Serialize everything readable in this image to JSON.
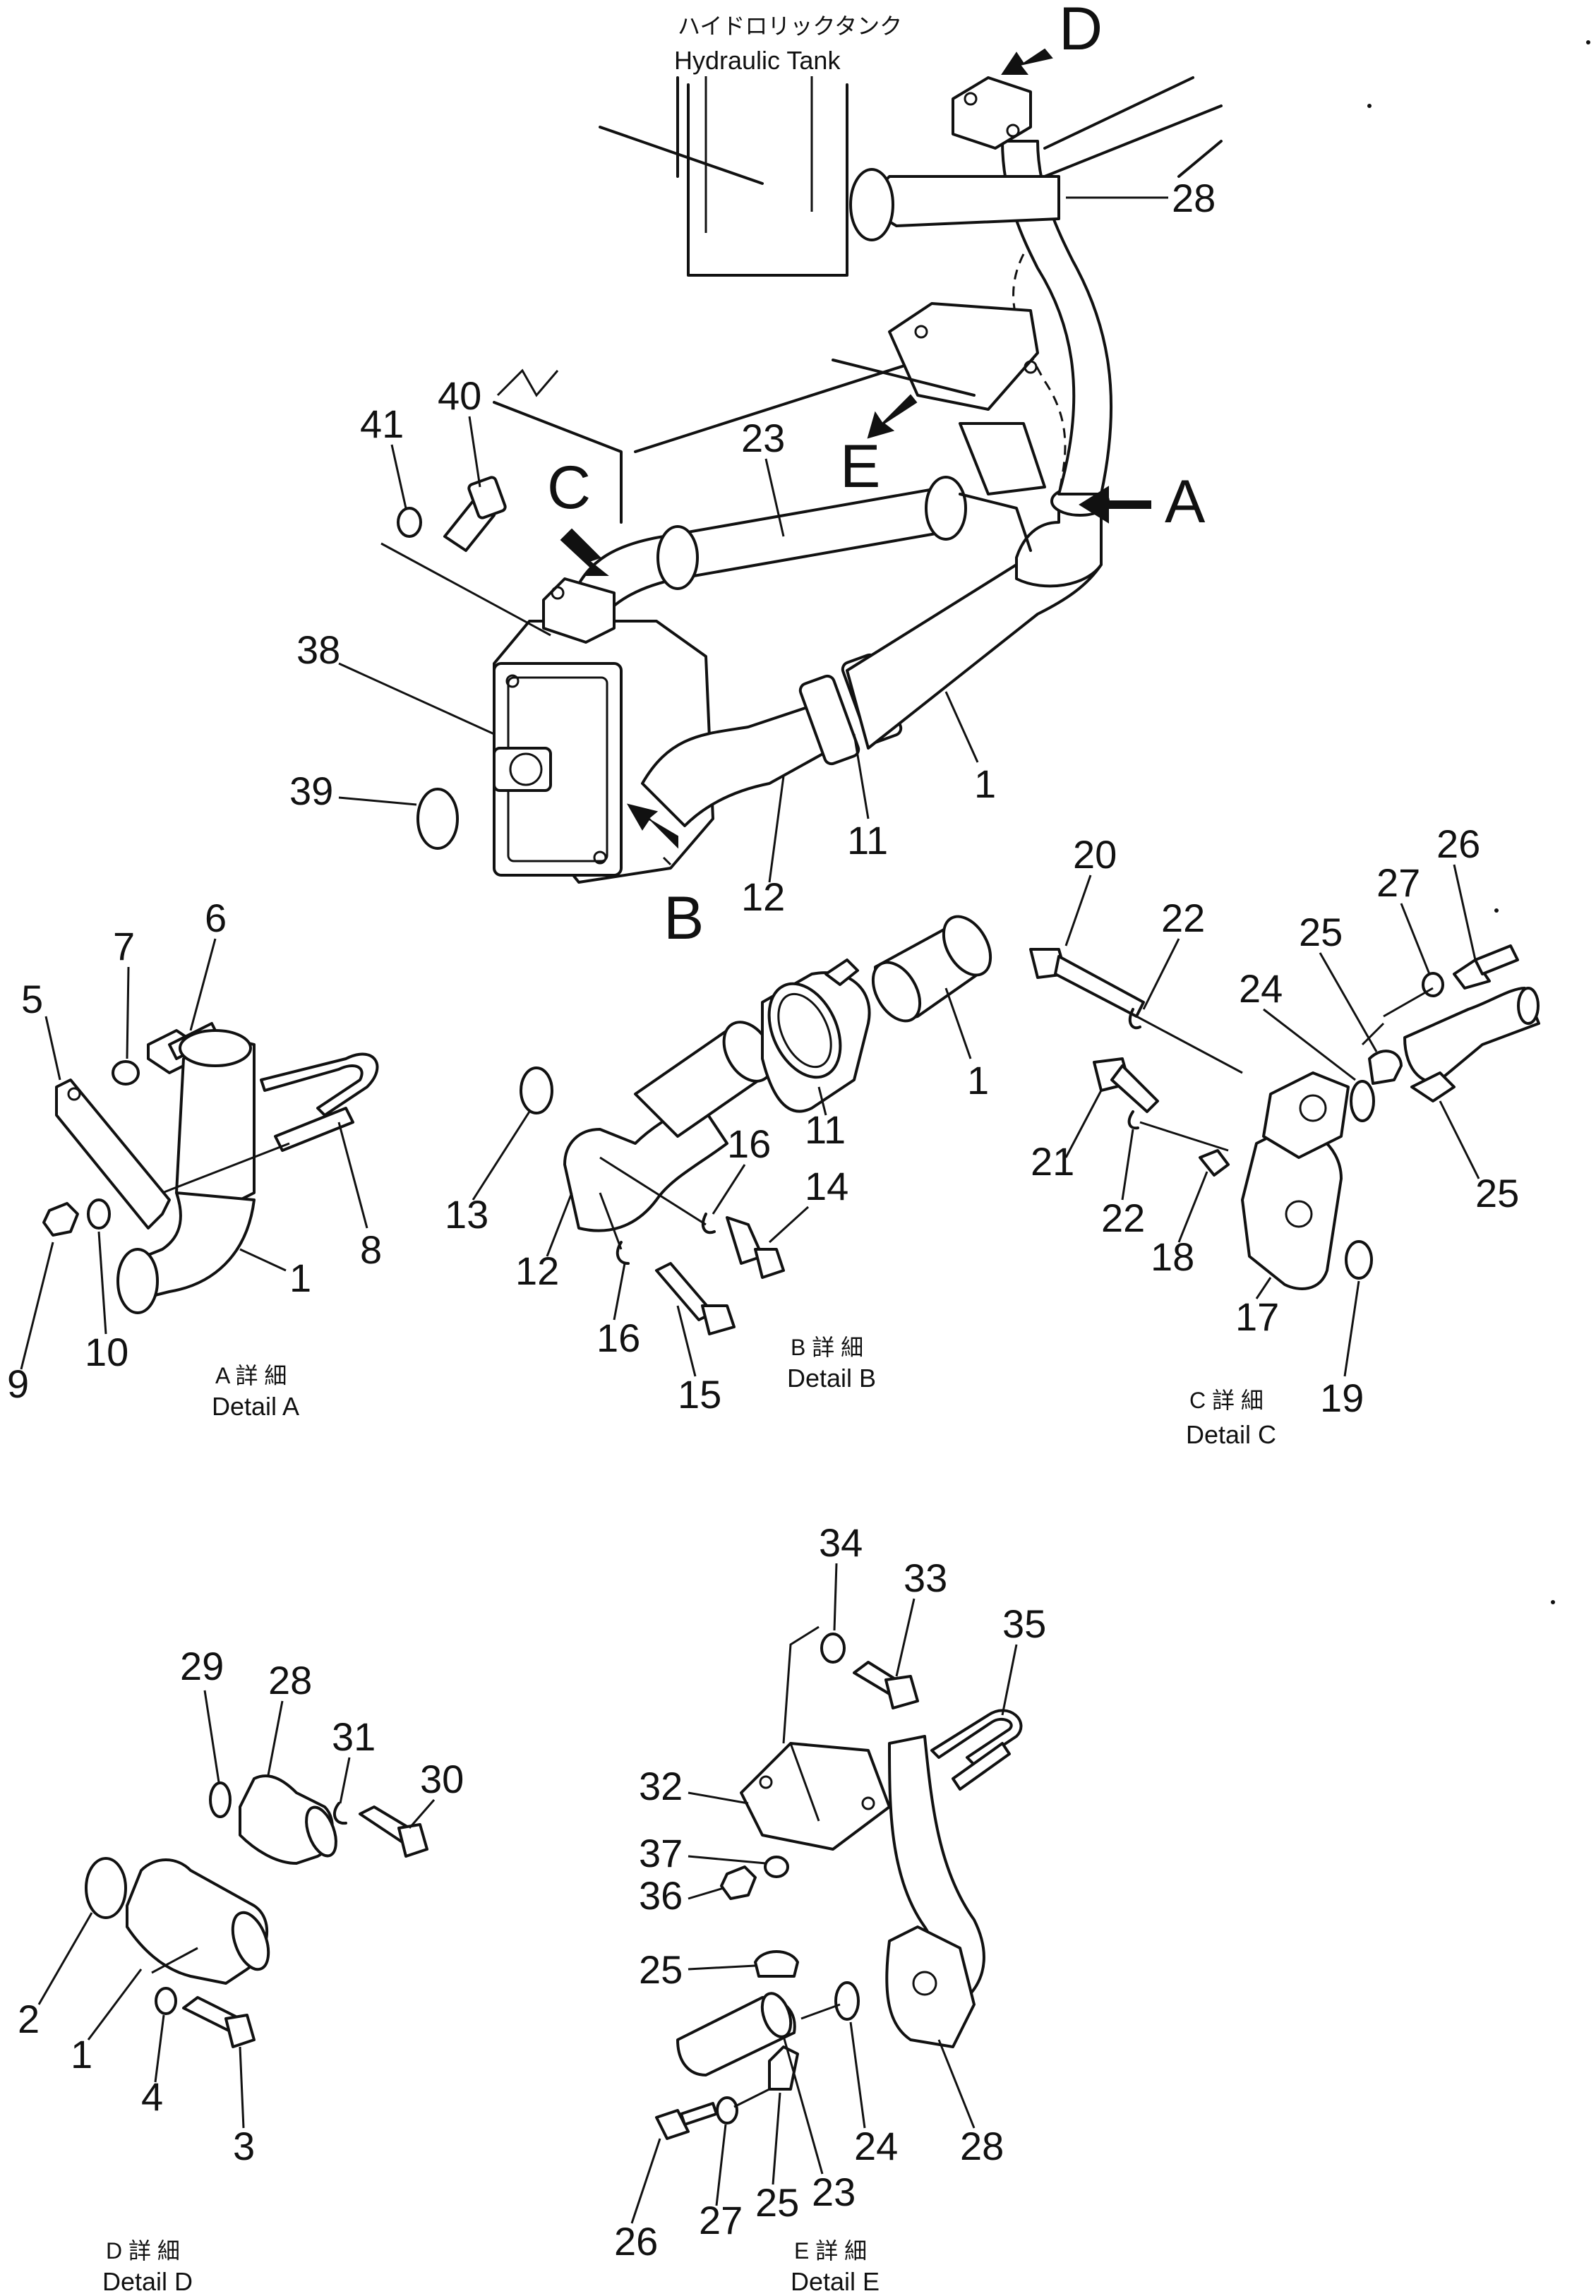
{
  "tank_label": {
    "jp": "ハイドロリックタンク",
    "en": "Hydraulic  Tank"
  },
  "view_letters": {
    "A": "A",
    "B": "B",
    "C": "C",
    "D": "D",
    "E": "E"
  },
  "details": {
    "A": {
      "jp": "A  詳 細",
      "en": "Detail  A"
    },
    "B": {
      "jp": "B  詳 細",
      "en": "Detail  B"
    },
    "C": {
      "jp": "C  詳 細",
      "en": "Detail  C"
    },
    "D": {
      "jp": "D  詳 細",
      "en": "Detail  D"
    },
    "E": {
      "jp": "E  詳 細",
      "en": "Detail  E"
    }
  },
  "callouts": {
    "main": {
      "p1": "1",
      "p11": "11",
      "p12": "12",
      "p23": "23",
      "p28": "28",
      "p38": "38",
      "p39": "39",
      "p40": "40",
      "p41": "41"
    },
    "detail_a": {
      "p1": "1",
      "p5": "5",
      "p6": "6",
      "p7": "7",
      "p8": "8",
      "p9": "9",
      "p10": "10"
    },
    "detail_b": {
      "p1": "1",
      "p11": "11",
      "p12": "12",
      "p13": "13",
      "p14": "14",
      "p15": "15",
      "p16a": "16",
      "p16b": "16"
    },
    "detail_c": {
      "p17": "17",
      "p18": "18",
      "p19": "19",
      "p20": "20",
      "p21": "21",
      "p22a": "22",
      "p22b": "22",
      "p24": "24",
      "p25a": "25",
      "p25b": "25",
      "p26": "26",
      "p27": "27"
    },
    "detail_d": {
      "p1": "1",
      "p2": "2",
      "p3": "3",
      "p4": "4",
      "p28": "28",
      "p29": "29",
      "p30": "30",
      "p31": "31"
    },
    "detail_e": {
      "p23": "23",
      "p24": "24",
      "p25a": "25",
      "p25b": "25",
      "p26": "26",
      "p27": "27",
      "p28": "28",
      "p32": "32",
      "p33": "33",
      "p34": "34",
      "p35": "35",
      "p36": "36",
      "p37": "37"
    }
  }
}
